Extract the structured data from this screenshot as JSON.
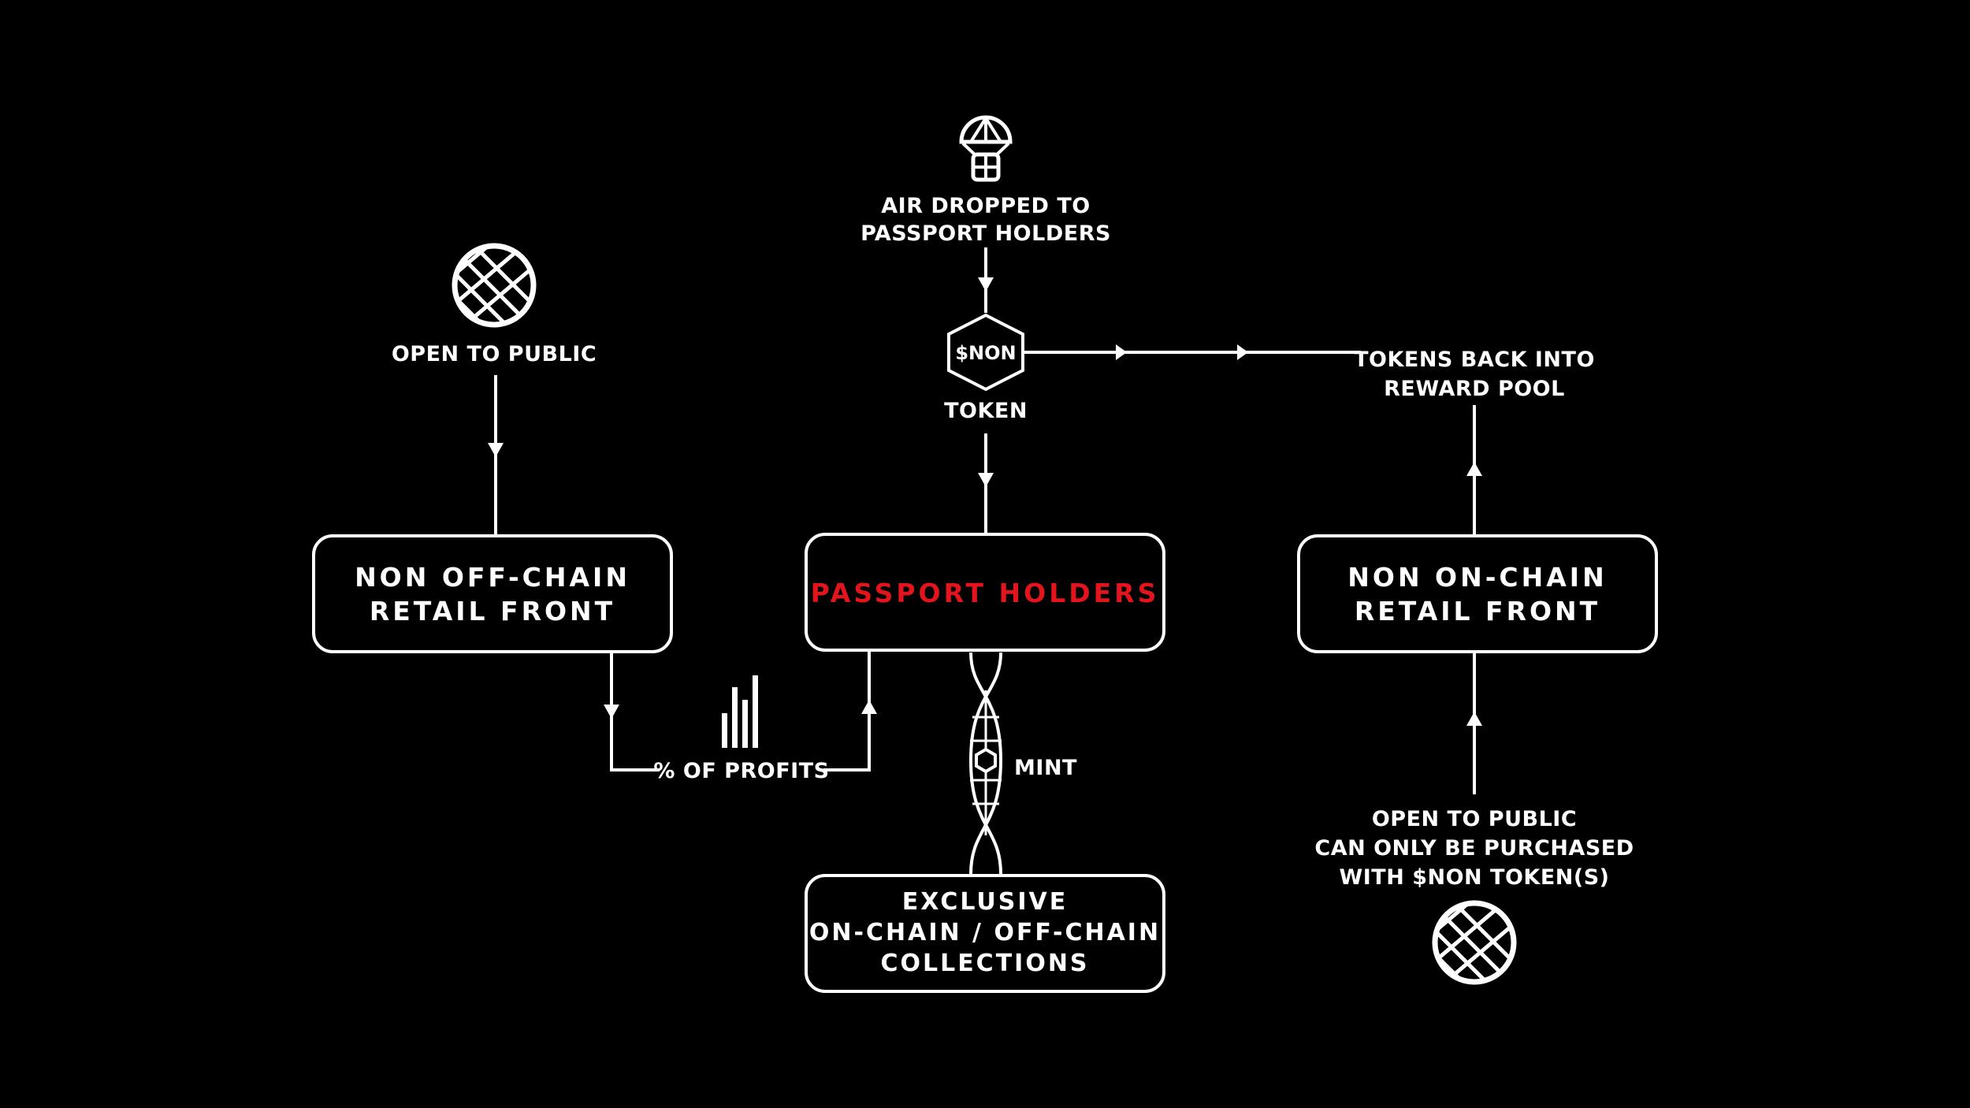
{
  "colors": {
    "background": "#000000",
    "line": "#ffffff",
    "highlight": "#e3141b"
  },
  "icons": {
    "globe_left": "globe-icon",
    "parachute": "parachute-airdrop-icon",
    "profits": "bar-chart-icon",
    "mint": "mint-helix-icon",
    "globe_right": "globe-icon"
  },
  "airdrop": {
    "line1": "AIR DROPPED TO",
    "line2": "PASSPORT HOLDERS"
  },
  "token": {
    "symbol": "$NON",
    "label": "TOKEN"
  },
  "reward_pool": {
    "line1": "TOKENS BACK INTO",
    "line2": "REWARD POOL"
  },
  "left_public": {
    "label": "OPEN TO PUBLIC"
  },
  "offchain_box": {
    "line1": "NON OFF-CHAIN",
    "line2": "RETAIL FRONT"
  },
  "passport_box": {
    "label": "PASSPORT HOLDERS"
  },
  "onchain_box": {
    "line1": "NON ON-CHAIN",
    "line2": "RETAIL FRONT"
  },
  "profits": {
    "label": "% OF PROFITS"
  },
  "mint": {
    "label": "MINT"
  },
  "collections_box": {
    "line1": "EXCLUSIVE",
    "line2": "ON-CHAIN / OFF-CHAIN",
    "line3": "COLLECTIONS"
  },
  "right_public": {
    "line1": "OPEN TO PUBLIC",
    "line2": "CAN ONLY BE PURCHASED",
    "line3": "WITH $NON TOKEN(S)"
  }
}
